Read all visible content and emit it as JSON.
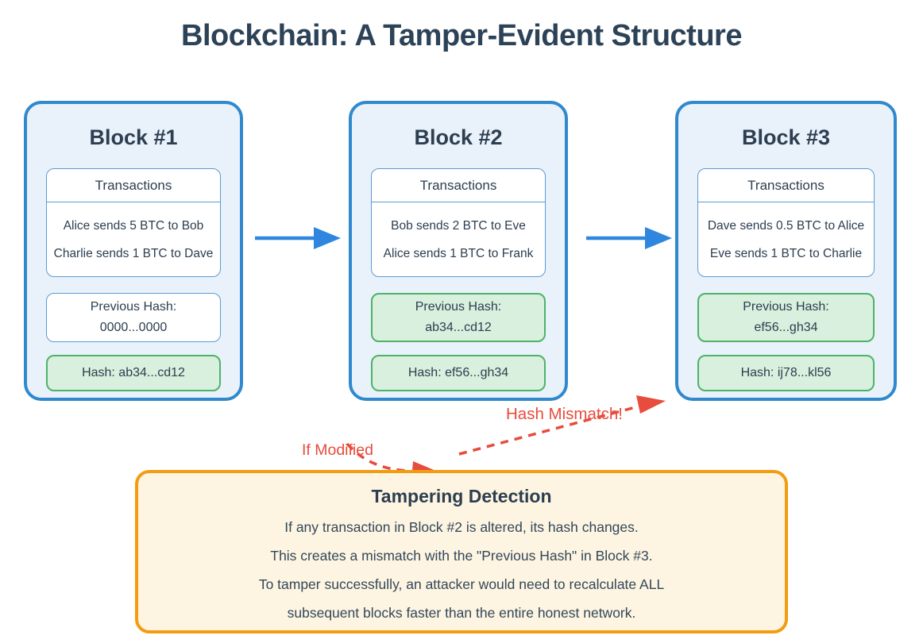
{
  "page": {
    "title": "Blockchain: A Tamper-Evident Structure"
  },
  "blocks": [
    {
      "title": "Block #1",
      "transactions_header": "Transactions",
      "transactions": [
        "Alice sends 5 BTC to Bob",
        "Charlie sends 1 BTC to Dave"
      ],
      "previous_hash": {
        "label": "Previous Hash:",
        "value": "0000...0000",
        "highlighted": false
      },
      "hash": "Hash: ab34...cd12"
    },
    {
      "title": "Block #2",
      "transactions_header": "Transactions",
      "transactions": [
        "Bob sends 2 BTC to Eve",
        "Alice sends 1 BTC to Frank"
      ],
      "previous_hash": {
        "label": "Previous Hash:",
        "value": "ab34...cd12",
        "highlighted": true
      },
      "hash": "Hash: ef56...gh34"
    },
    {
      "title": "Block #3",
      "transactions_header": "Transactions",
      "transactions": [
        "Dave sends 0.5 BTC to Alice",
        "Eve sends 1 BTC to Charlie"
      ],
      "previous_hash": {
        "label": "Previous Hash:",
        "value": "ef56...gh34",
        "highlighted": true
      },
      "hash": "Hash: ij78...kl56"
    }
  ],
  "annotations": {
    "if_modified": "If Modified",
    "hash_mismatch": "Hash Mismatch!"
  },
  "tampering": {
    "title": "Tampering Detection",
    "lines": [
      "If any transaction in Block #2 is altered, its hash changes.",
      "This creates a mismatch with the \"Previous Hash\" in Block #3.",
      "To tamper successfully, an attacker would need to recalculate ALL",
      "subsequent blocks faster than the entire honest network."
    ]
  },
  "colors": {
    "block_border": "#3089cd",
    "block_background": "#e9f1fa",
    "inner_border": "#5b9bd5",
    "green_background": "#d8f0dd",
    "green_border": "#4db368",
    "arrow_blue": "#2e86de",
    "annotation_red": "#e74c3c",
    "tamper_border": "#f39c12",
    "tamper_background": "#fdf5e1",
    "text_dark": "#2c3e50"
  }
}
